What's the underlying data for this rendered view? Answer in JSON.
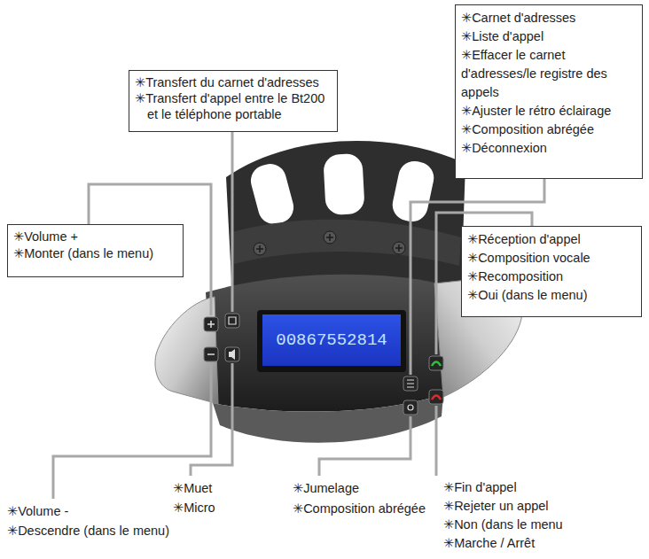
{
  "diagram": {
    "nodes": [
      {
        "text": [
          "✳Transfert du carnet d'adresses",
          "✳Transfert d'appel entre le Bt200 et le téléphone portable"
        ]
      },
      {
        "text": [
          "✳Carnet d'adresses",
          "✳Liste d'appel",
          "✳Effacer le carnet d'adresses/le registre des appels",
          "✳Ajuster le rétro éclairage",
          "✳Composition abrégée",
          "✳Déconnexion"
        ]
      },
      {
        "text": [
          "✳Volume +",
          "✳Monter (dans le menu)"
        ]
      },
      {
        "text": [
          "✳Réception d'appel",
          "✳Composition vocale",
          "✳Recomposition",
          "✳Oui (dans le menu)"
        ]
      }
    ],
    "labels": [
      "00867552814",
      "✳Volume -",
      "✳Descendre (dans le menu)",
      "✳Muet",
      "✳Micro",
      "✳Jumelage",
      "✳Composition abrégée",
      "✳Fin d'appel",
      "✳Rejeter un appel",
      "✳Non (dans le menu",
      "✳Marche / Arrêt"
    ]
  }
}
